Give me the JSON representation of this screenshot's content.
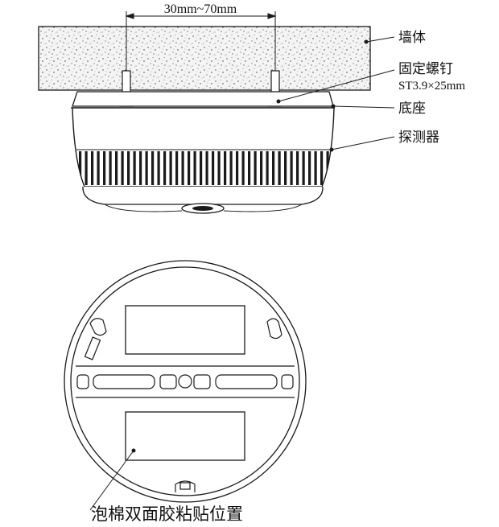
{
  "dimension": {
    "text": "30mm~70mm"
  },
  "labels": {
    "wall": "墙体",
    "screw": "固定螺钉",
    "screw_spec": "ST3.9×25mm",
    "base": "底座",
    "detector": "探测器"
  },
  "bottom_caption": "泡棉双面胶粘贴位置",
  "colors": {
    "line": "#1a1a1a",
    "wall_fill": "#f2f2f2",
    "background": "#ffffff"
  }
}
